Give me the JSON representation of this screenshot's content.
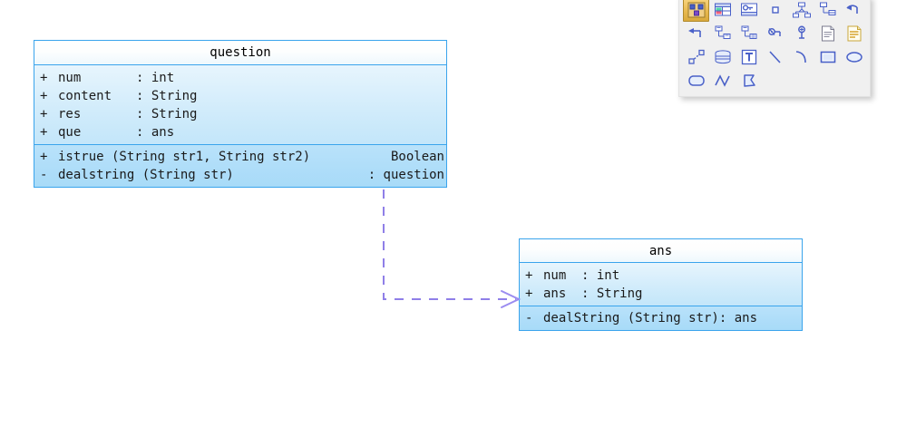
{
  "diagram": {
    "classes": [
      {
        "id": "question",
        "name": "question",
        "attributes": [
          {
            "visibility": "+",
            "name": "num",
            "type": ": int"
          },
          {
            "visibility": "+",
            "name": "content",
            "type": ": String"
          },
          {
            "visibility": "+",
            "name": "res",
            "type": ": String"
          },
          {
            "visibility": "+",
            "name": "que",
            "type": ": ans"
          }
        ],
        "operations": [
          {
            "visibility": "+",
            "name": "istrue (String str1, String str2)",
            "type": "Boolean"
          },
          {
            "visibility": "-",
            "name": "dealstring (String str)",
            "type": ": question"
          }
        ]
      },
      {
        "id": "ans",
        "name": "ans",
        "attributes": [
          {
            "visibility": "+",
            "name": "num",
            "type": ": int"
          },
          {
            "visibility": "+",
            "name": "ans",
            "type": ": String"
          }
        ],
        "operations": [
          {
            "visibility": "-",
            "name": "dealString (String str): ans",
            "type": ""
          }
        ]
      }
    ],
    "relations": [
      {
        "kind": "dependency",
        "from": "question",
        "to": "ans",
        "style": "dashed",
        "arrow": "open"
      }
    ],
    "colors": {
      "class_border": "#3aa4ec",
      "class_header_fill": "#ffffff",
      "class_attr_fill": "#d2ecfb",
      "class_op_fill": "#aeddf9",
      "connector": "#8f7fe8",
      "palette_bg": "#f0f0f0",
      "active_tool": "#e8b94e"
    }
  },
  "palette": {
    "rows": [
      [
        {
          "icon": "class-diagram-tool-icon",
          "label": "Class",
          "active": true
        },
        {
          "icon": "table-icon",
          "label": "Table",
          "active": false
        },
        {
          "icon": "interface-icon",
          "label": "Interface",
          "active": false
        },
        {
          "icon": "small-square-icon",
          "label": "Node",
          "active": false
        },
        {
          "icon": "generalization-tree-icon",
          "label": "Generalization",
          "active": false
        },
        {
          "icon": "realization-icon",
          "label": "Realization",
          "active": false
        },
        {
          "icon": "arrow-curve-icon",
          "label": "Association",
          "active": false
        }
      ],
      [
        {
          "icon": "arrow-left-icon",
          "label": "Directed Association",
          "active": false
        },
        {
          "icon": "aggregation-icon",
          "label": "Aggregation",
          "active": false
        },
        {
          "icon": "composition-icon",
          "label": "Composition",
          "active": false
        },
        {
          "icon": "link-node-icon",
          "label": "Link",
          "active": false
        },
        {
          "icon": "anchor-pin-icon",
          "label": "Anchor",
          "active": false
        },
        {
          "icon": "note-page-icon",
          "label": "Note",
          "active": false
        },
        {
          "icon": "note-lines-icon",
          "label": "Comment",
          "active": false
        }
      ],
      [
        {
          "icon": "dotted-connector-icon",
          "label": "Dependency",
          "active": false
        },
        {
          "icon": "database-icon",
          "label": "Database",
          "active": false
        },
        {
          "icon": "text-box-icon",
          "label": "Text",
          "active": false
        },
        {
          "icon": "line-icon",
          "label": "Line",
          "active": false
        },
        {
          "icon": "arc-icon",
          "label": "Arc",
          "active": false
        },
        {
          "icon": "rectangle-icon",
          "label": "Rectangle",
          "active": false
        },
        {
          "icon": "ellipse-icon",
          "label": "Ellipse",
          "active": false
        }
      ],
      [
        {
          "icon": "rounded-rectangle-icon",
          "label": "Rounded Rectangle",
          "active": false
        },
        {
          "icon": "polyline-icon",
          "label": "Polyline",
          "active": false
        },
        {
          "icon": "polygon-icon",
          "label": "Polygon",
          "active": false
        }
      ]
    ]
  }
}
